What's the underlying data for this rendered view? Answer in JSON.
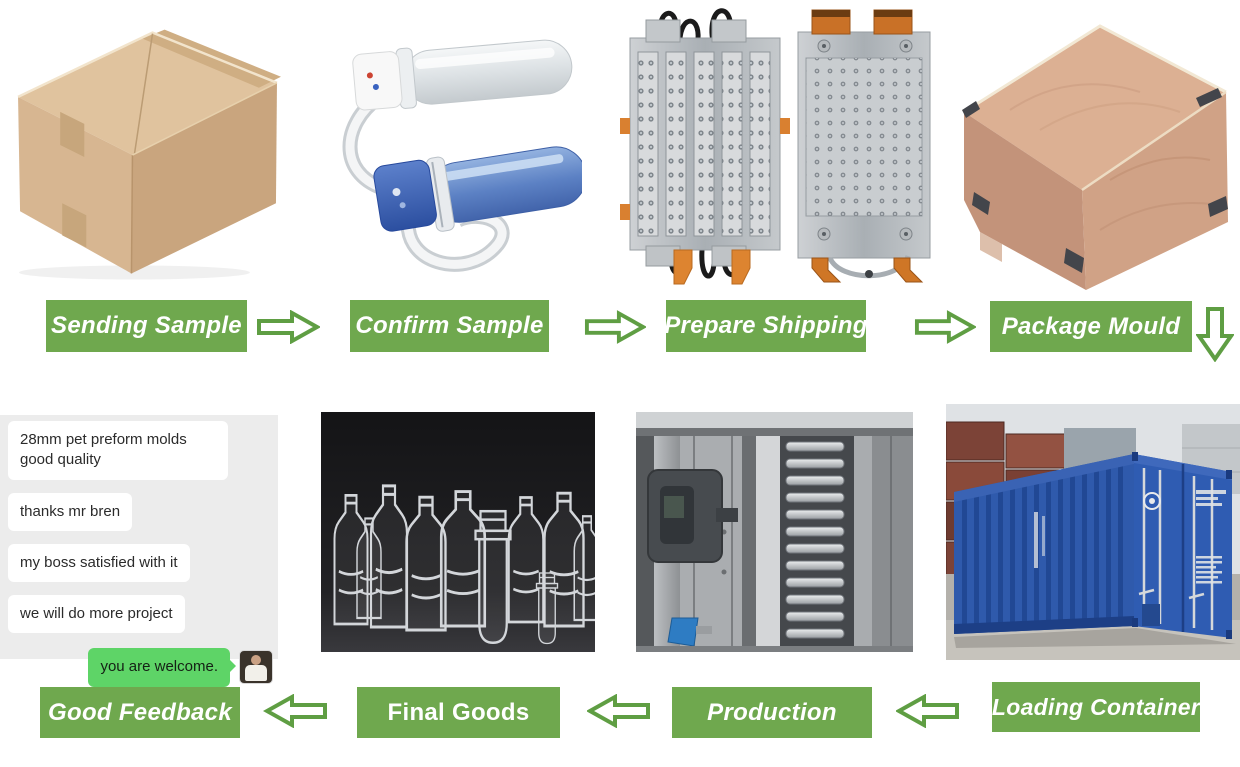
{
  "flow": {
    "row1": [
      {
        "label": "Sending Sample",
        "image": "cardboard-sample-box"
      },
      {
        "label": "Confirm Sample",
        "image": "pet-preform-samples"
      },
      {
        "label": "Prepare Shipping",
        "image": "preform-mould-set"
      },
      {
        "label": "Package Mould",
        "image": "wooden-export-crate"
      }
    ],
    "row1_arrows": [
      "right",
      "right",
      "right",
      "down"
    ],
    "row2": [
      {
        "label": "Good Feedback",
        "image": "customer-chat-feedback"
      },
      {
        "label": "Final Goods",
        "image": "clear-pet-bottles"
      },
      {
        "label": "Production",
        "image": "injection-moulding-machine"
      },
      {
        "label": "Loading Container",
        "image": "blue-shipping-container"
      }
    ],
    "row2_arrows": [
      "left",
      "left",
      "left"
    ]
  },
  "chat": {
    "messages": [
      {
        "text": "28mm pet preform molds good quality",
        "side": "left"
      },
      {
        "text": "thanks mr bren",
        "side": "left"
      },
      {
        "text": "my boss satisfied with it",
        "side": "left"
      },
      {
        "text": "we will do more project",
        "side": "left"
      },
      {
        "text": "you are welcome.",
        "side": "right"
      }
    ]
  },
  "colors": {
    "step_green": "#6fa84e",
    "arrow_green": "#5f9e43",
    "chat_bubble_green": "#5ed467",
    "chat_bg": "#ececec"
  }
}
